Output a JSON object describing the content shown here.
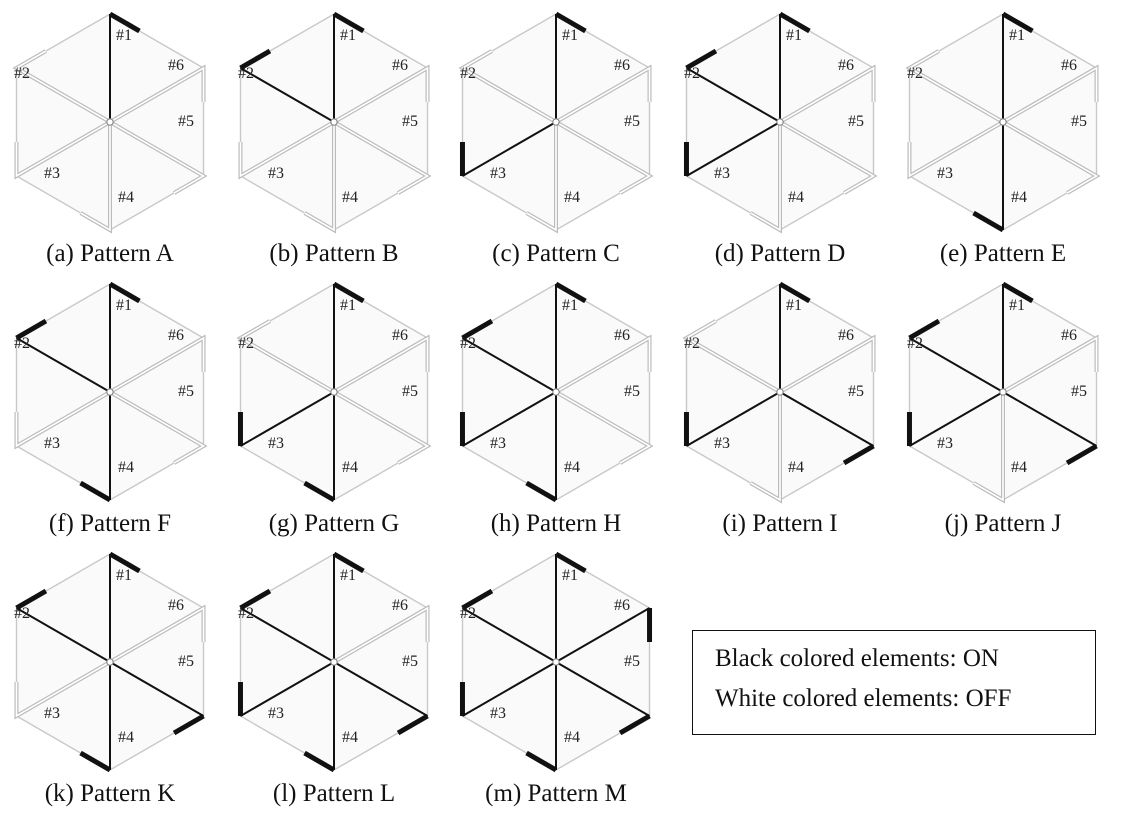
{
  "figure": {
    "element_labels": [
      "#1",
      "#2",
      "#3",
      "#4",
      "#5",
      "#6"
    ],
    "panels": [
      {
        "caption": "(a) Pattern A",
        "on": [
          1
        ]
      },
      {
        "caption": "(b) Pattern B",
        "on": [
          1,
          2
        ]
      },
      {
        "caption": "(c) Pattern C",
        "on": [
          1,
          3
        ]
      },
      {
        "caption": "(d) Pattern D",
        "on": [
          1,
          2,
          3
        ]
      },
      {
        "caption": "(e) Pattern E",
        "on": [
          1,
          4
        ]
      },
      {
        "caption": "(f) Pattern F",
        "on": [
          1,
          2,
          4
        ]
      },
      {
        "caption": "(g) Pattern G",
        "on": [
          1,
          3,
          4
        ]
      },
      {
        "caption": "(h) Pattern H",
        "on": [
          1,
          2,
          3,
          4
        ]
      },
      {
        "caption": "(i) Pattern I",
        "on": [
          1,
          3,
          5
        ]
      },
      {
        "caption": "(j) Pattern J",
        "on": [
          1,
          2,
          3,
          5
        ]
      },
      {
        "caption": "(k) Pattern K",
        "on": [
          1,
          2,
          4,
          5
        ]
      },
      {
        "caption": "(l) Pattern L",
        "on": [
          1,
          2,
          3,
          4,
          5
        ]
      },
      {
        "caption": "(m) Pattern M",
        "on": [
          1,
          2,
          3,
          4,
          5,
          6
        ]
      }
    ],
    "colors": {
      "on": "#111111",
      "off": "#bbbbbb",
      "hexagon": "#c8c8c8",
      "center": "#888888"
    }
  },
  "legend": {
    "line1": "Black colored elements: ON",
    "line2": "White colored elements: OFF"
  }
}
